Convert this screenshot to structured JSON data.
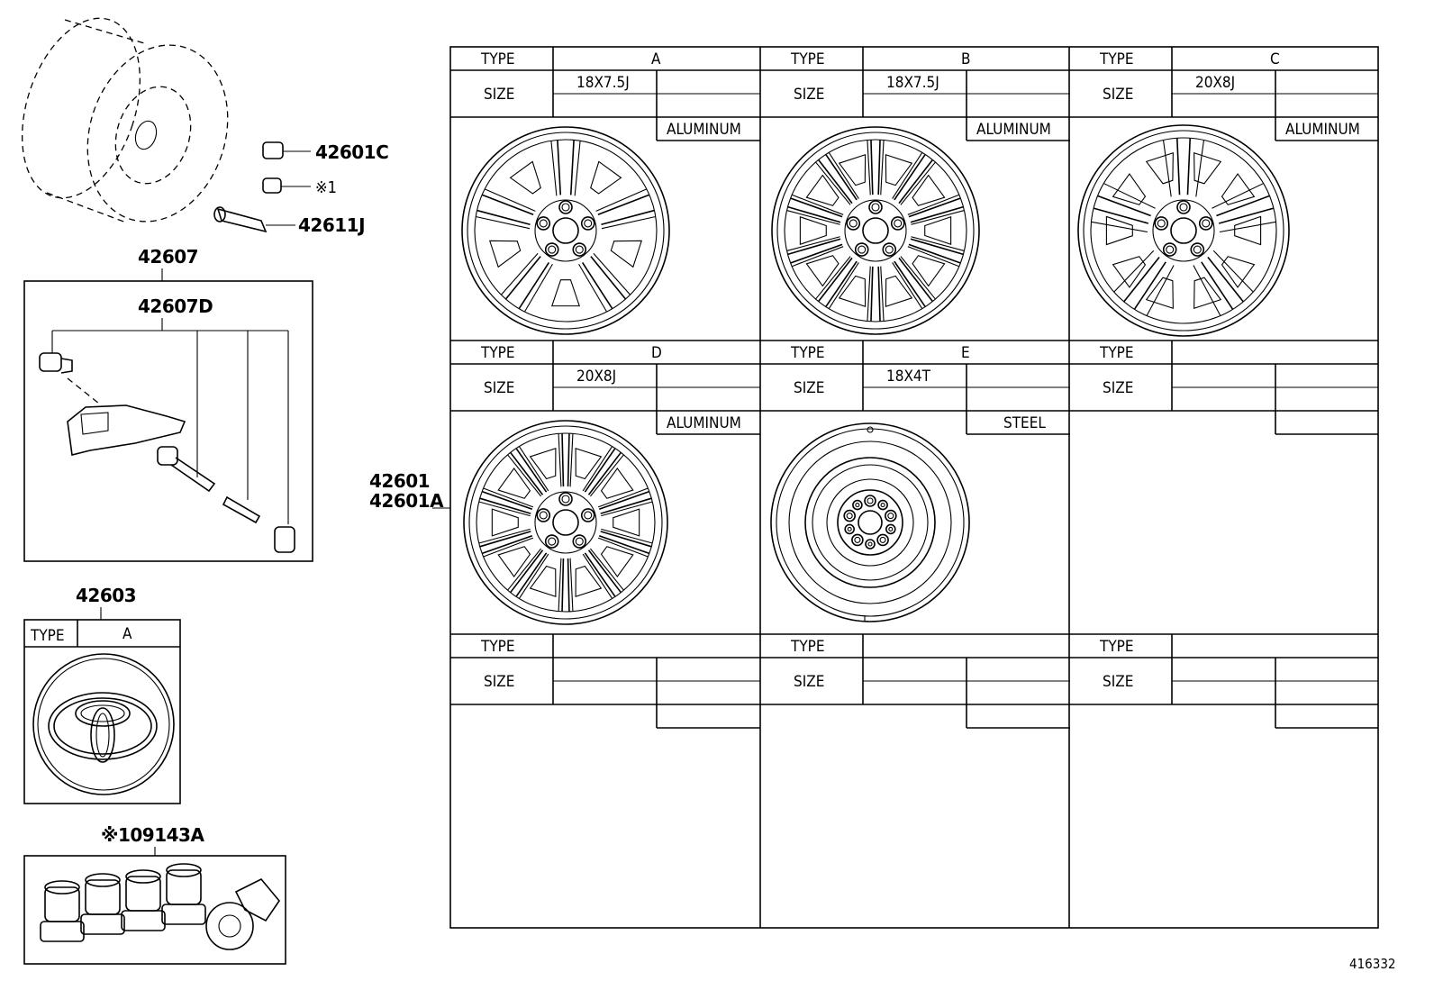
{
  "labels": {
    "type": "TYPE",
    "size": "SIZE",
    "doc_number": "416332"
  },
  "parts": {
    "p42601C": "42601C",
    "p_note1": "※1",
    "p42611J": "42611J",
    "p42607": "42607",
    "p42607D": "42607D",
    "p42603": "42603",
    "p09143A": "※109143A",
    "p42601": "42601",
    "p42601A": "42601A"
  },
  "ornament": {
    "type_label": "TYPE",
    "type_value": "A",
    "icon": "toyota-emblem-icon"
  },
  "wheels": [
    {
      "type": "A",
      "size": "18X7.5J",
      "material": "ALUMINUM",
      "icon": "five-spoke-wheel-icon"
    },
    {
      "type": "B",
      "size": "18X7.5J",
      "material": "ALUMINUM",
      "icon": "multi-spoke-wheel-icon"
    },
    {
      "type": "C",
      "size": "20X8J",
      "material": "ALUMINUM",
      "icon": "split-spoke-wheel-icon"
    },
    {
      "type": "D",
      "size": "20X8J",
      "material": "ALUMINUM",
      "icon": "twin-spoke-wheel-icon"
    },
    {
      "type": "E",
      "size": "18X4T",
      "material": "STEEL",
      "icon": "spare-steel-wheel-icon"
    },
    {
      "type": "",
      "size": "",
      "material": ""
    },
    {
      "type": "",
      "size": "",
      "material": ""
    },
    {
      "type": "",
      "size": "",
      "material": ""
    },
    {
      "type": "",
      "size": "",
      "material": ""
    }
  ]
}
